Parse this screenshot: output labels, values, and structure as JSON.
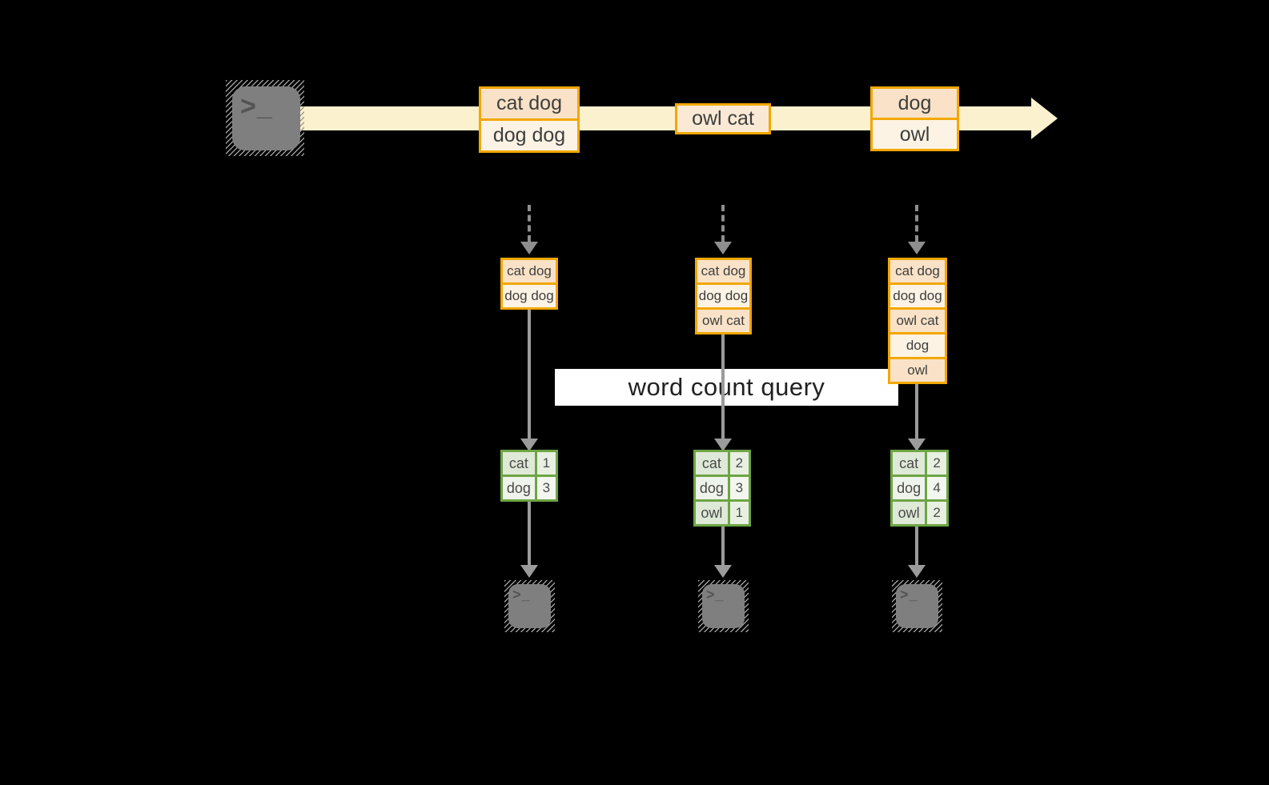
{
  "diagram": {
    "query_label": "word count query",
    "prompt_glyph": ">_",
    "stream_batches": [
      {
        "cells": [
          "cat dog",
          "dog dog"
        ]
      },
      {
        "cells": [
          "owl cat"
        ]
      },
      {
        "cells": [
          "dog",
          "owl"
        ]
      }
    ],
    "pipelines": [
      {
        "input_records": [
          "cat dog",
          "dog dog"
        ],
        "counts": [
          {
            "word": "cat",
            "count": "1"
          },
          {
            "word": "dog",
            "count": "3"
          }
        ]
      },
      {
        "input_records": [
          "cat dog",
          "dog dog",
          "owl cat"
        ],
        "counts": [
          {
            "word": "cat",
            "count": "2"
          },
          {
            "word": "dog",
            "count": "3"
          },
          {
            "word": "owl",
            "count": "1"
          }
        ]
      },
      {
        "input_records": [
          "cat dog",
          "dog dog",
          "owl cat",
          "dog",
          "owl"
        ],
        "counts": [
          {
            "word": "cat",
            "count": "2"
          },
          {
            "word": "dog",
            "count": "4"
          },
          {
            "word": "owl",
            "count": "2"
          }
        ]
      }
    ],
    "colors": {
      "background": "#000000",
      "stream_arrow": "#FBF1CE",
      "record_border": "#F2A702",
      "record_fill_dark": "#F9E2C7",
      "record_fill_light": "#FDF3E4",
      "table_border": "#6DA544",
      "table_fill_dark": "#DFE9D7",
      "table_fill_light": "#EEF3EB",
      "connector_gray": "#9B9B9B",
      "terminal_gray": "#7F7F7F",
      "query_band": "#FFFFFF"
    }
  }
}
